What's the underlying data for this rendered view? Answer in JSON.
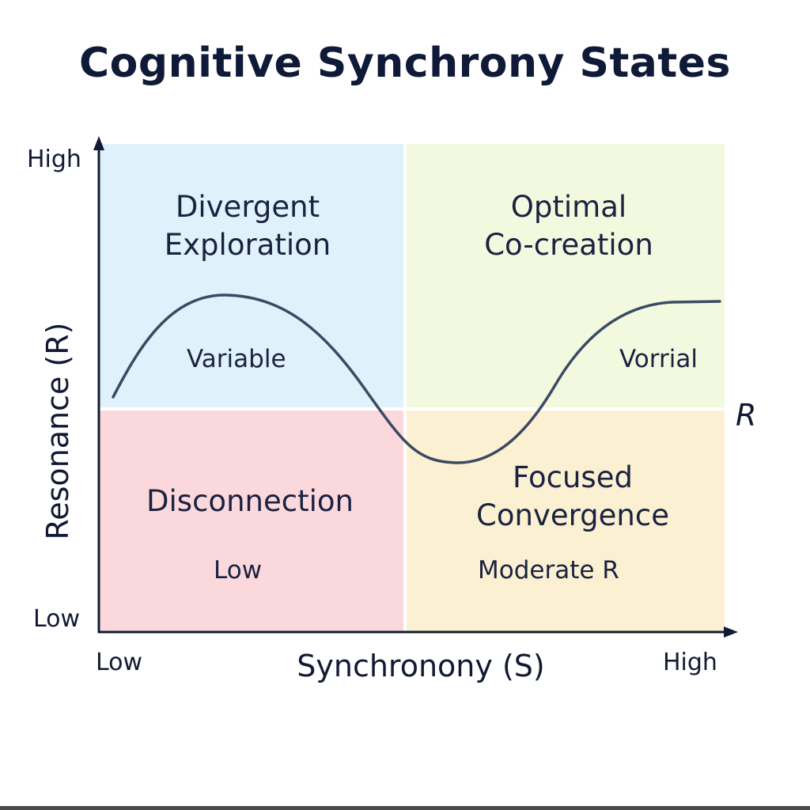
{
  "title": "Cognitive Synchrony States",
  "axes": {
    "x_title": "Synchronony (S)",
    "x_low": "Low",
    "x_high": "High",
    "y_title": "Resonance (R)",
    "y_low": "Low",
    "y_high": "High"
  },
  "quadrants": {
    "top_left": {
      "title_line1": "Divergent",
      "title_line2": "Exploration",
      "label": "Variable",
      "color": "#dff2fb"
    },
    "top_right": {
      "title_line1": "Optimal",
      "title_line2": "Co-creation",
      "label": "Vorrial",
      "color": "#f3f9df"
    },
    "bottom_left": {
      "title_line1": "Disconnection",
      "label": "Low",
      "color": "#fbd8dc"
    },
    "bottom_right": {
      "title_line1": "Focused",
      "title_line2": "Convergence",
      "label": "Moderate R",
      "color": "#fcf0d3"
    }
  },
  "curve_label": "R",
  "colors": {
    "curve": "#3a4a63",
    "axis": "#121a33",
    "title": "#0f1a38"
  }
}
